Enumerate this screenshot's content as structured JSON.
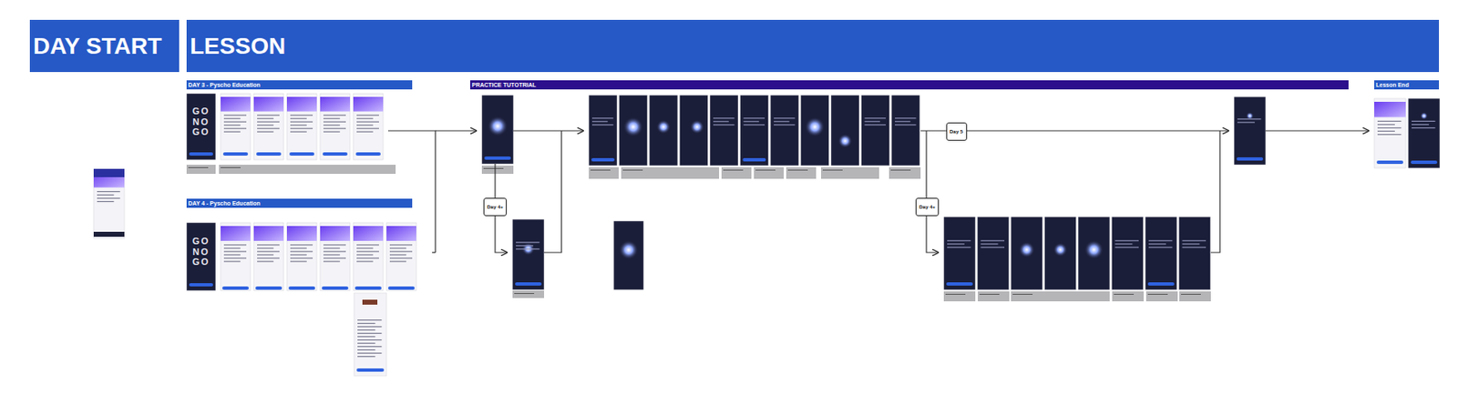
{
  "diagram": {
    "nodes": [
      {
        "text": [
          "DAY START"
        ]
      },
      {
        "text": [
          "LESSON"
        ]
      },
      {
        "text": [
          "DAY 3 - Pyscho Education"
        ]
      },
      {
        "text": [
          "GO NO GO"
        ]
      },
      {
        "text": [
          "DAY 4 - Pyscho Education"
        ]
      },
      {
        "text": [
          "GO NO GO"
        ]
      },
      {
        "text": [
          "PRACTICE TUTOTRIAL"
        ]
      },
      {
        "text": [
          "Day 4+"
        ]
      },
      {
        "text": [
          "Day 5"
        ]
      },
      {
        "text": [
          "Day 4+"
        ]
      },
      {
        "text": [
          "Lesson End"
        ]
      }
    ]
  }
}
